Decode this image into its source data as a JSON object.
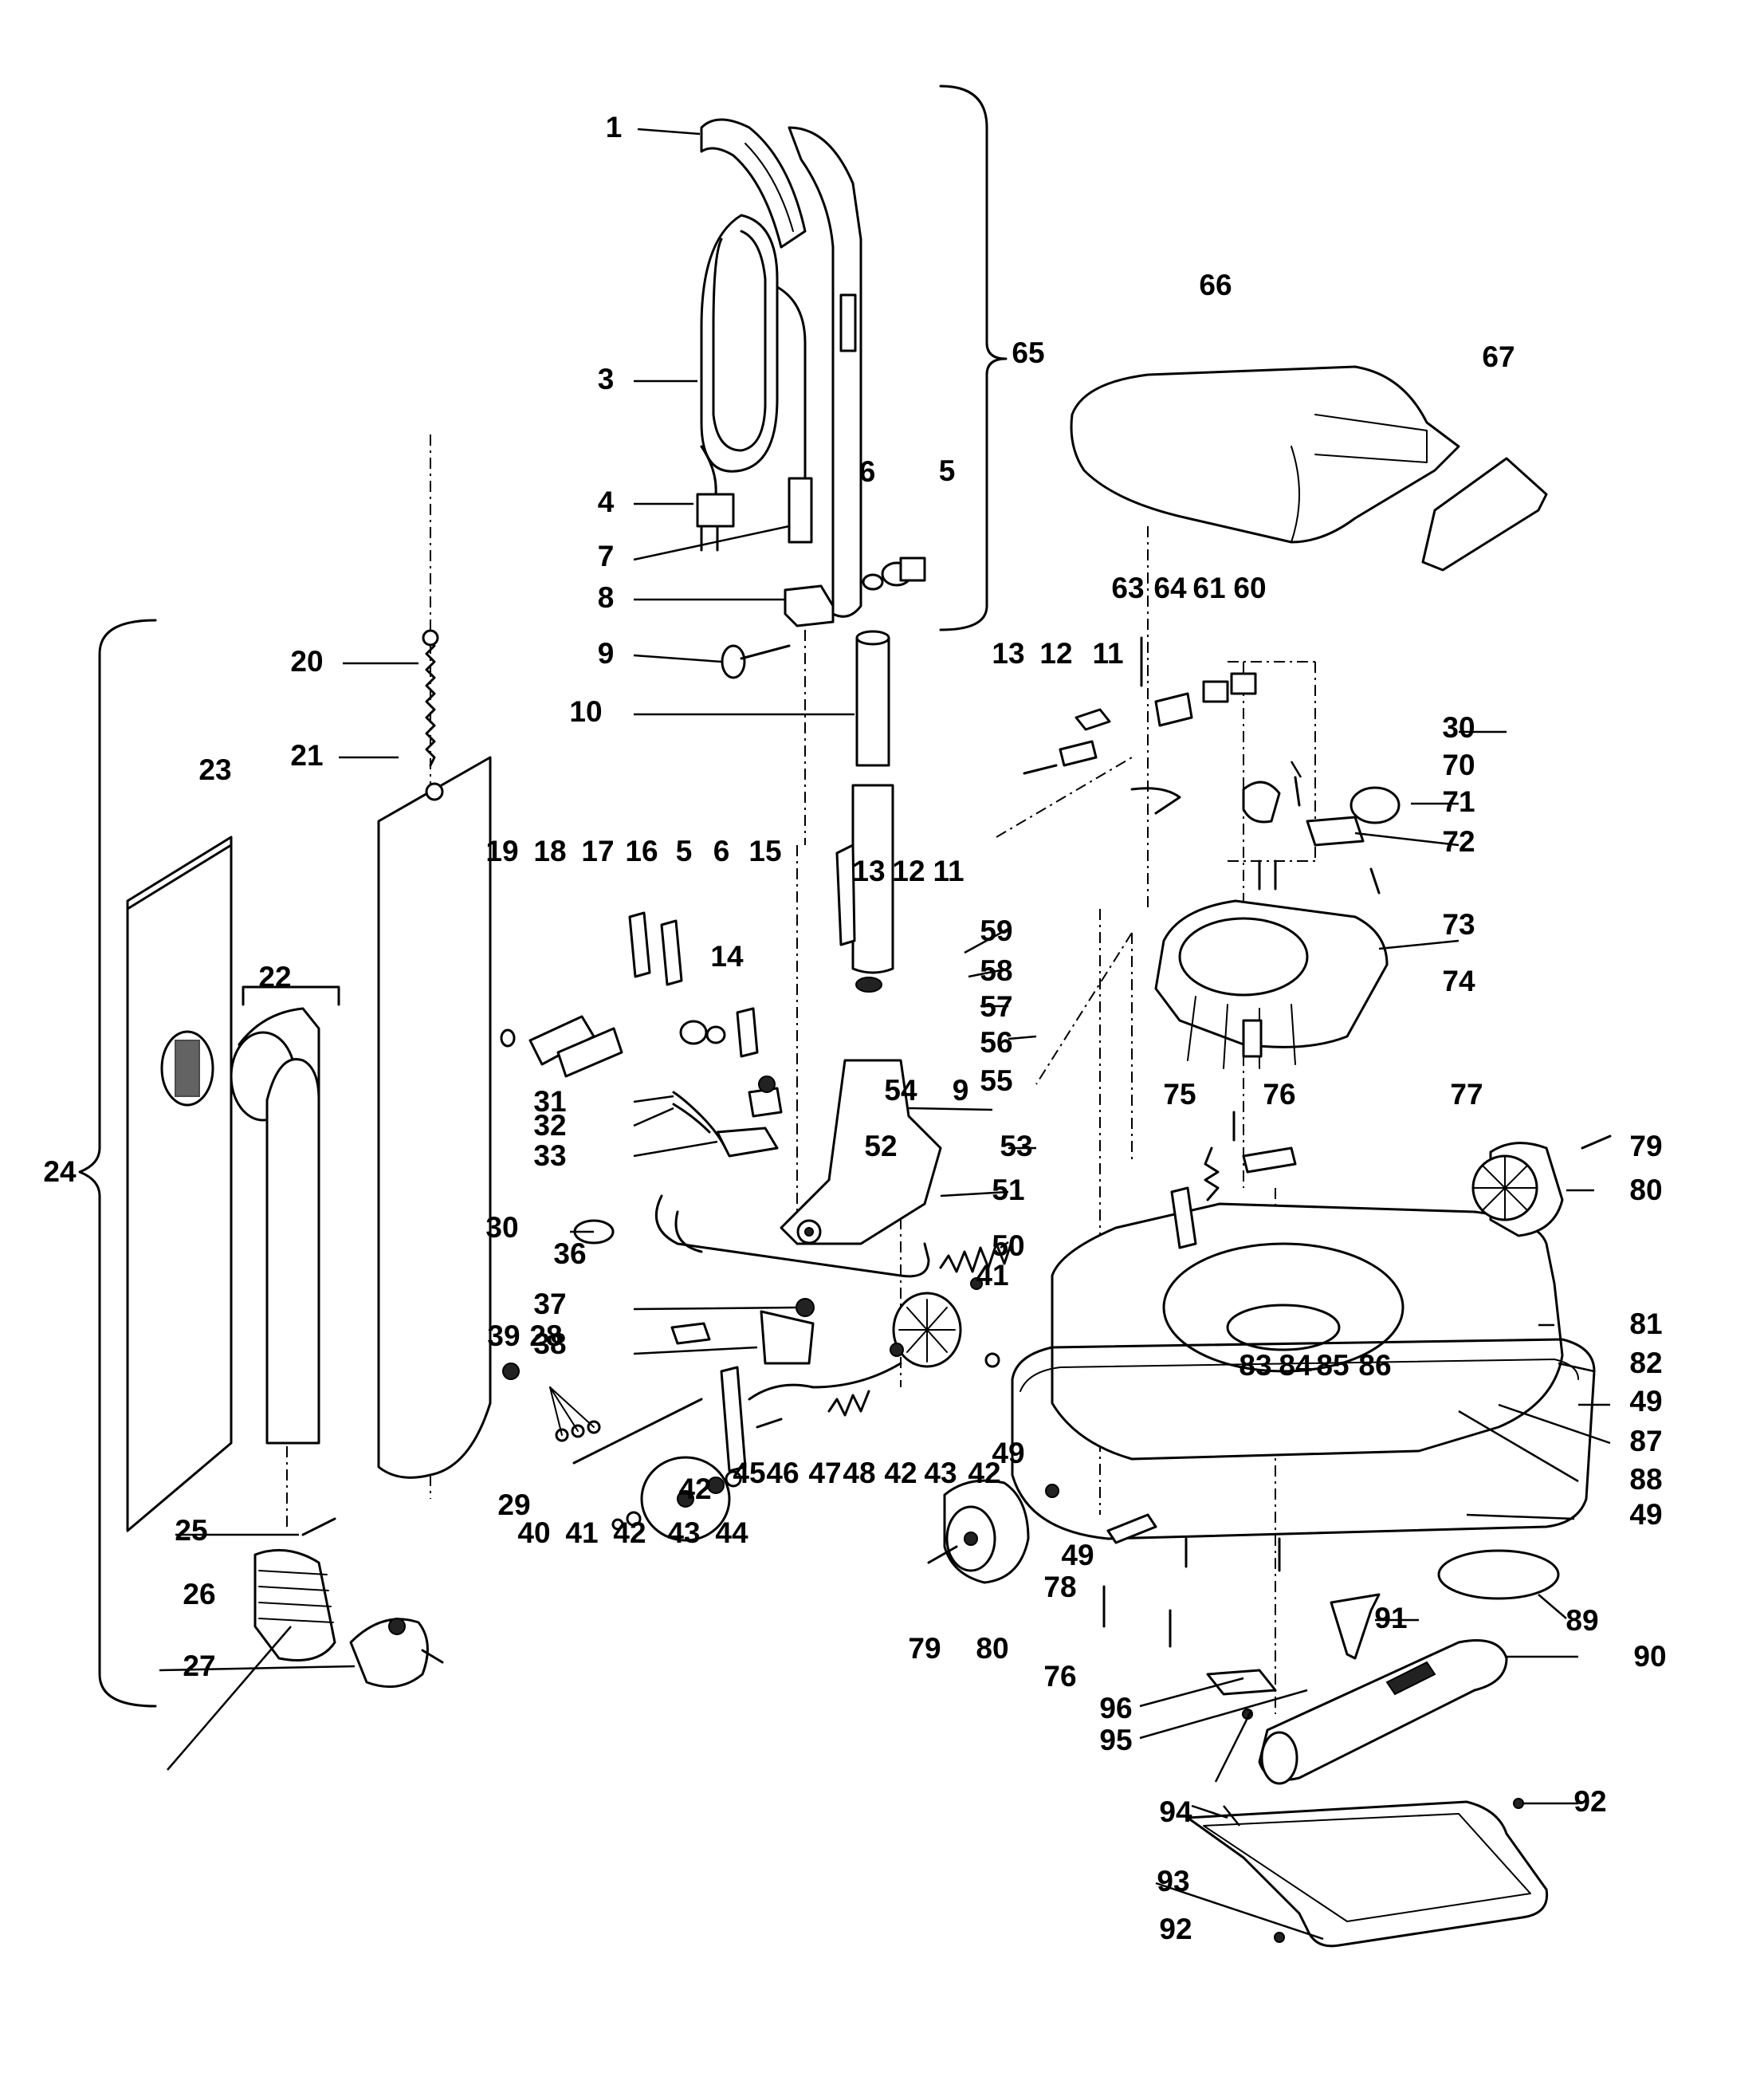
{
  "diagram": {
    "callouts": [
      "1",
      "3",
      "4",
      "7",
      "8",
      "9",
      "10",
      "6",
      "5",
      "65",
      "20",
      "21",
      "23",
      "22",
      "24",
      "19",
      "18",
      "17",
      "16",
      "5",
      "6",
      "15",
      "14",
      "13",
      "12",
      "11",
      "59",
      "58",
      "57",
      "56",
      "55",
      "54",
      "9",
      "53",
      "52",
      "51",
      "50",
      "31",
      "32",
      "33",
      "30",
      "36",
      "37",
      "38",
      "39",
      "28",
      "29",
      "40",
      "41",
      "42",
      "43",
      "42",
      "44",
      "45",
      "46",
      "47",
      "48",
      "42",
      "43",
      "42",
      "49",
      "41",
      "66",
      "67",
      "63",
      "64",
      "61",
      "60",
      "13",
      "12",
      "11",
      "30",
      "70",
      "71",
      "72",
      "73",
      "74",
      "75",
      "76",
      "77",
      "79",
      "80",
      "81",
      "82",
      "49",
      "87",
      "88",
      "49",
      "83",
      "84",
      "85",
      "86",
      "78",
      "49",
      "79",
      "80",
      "76",
      "96",
      "95",
      "91",
      "90",
      "89",
      "94",
      "92",
      "93",
      "92",
      "25",
      "26",
      "27"
    ]
  }
}
